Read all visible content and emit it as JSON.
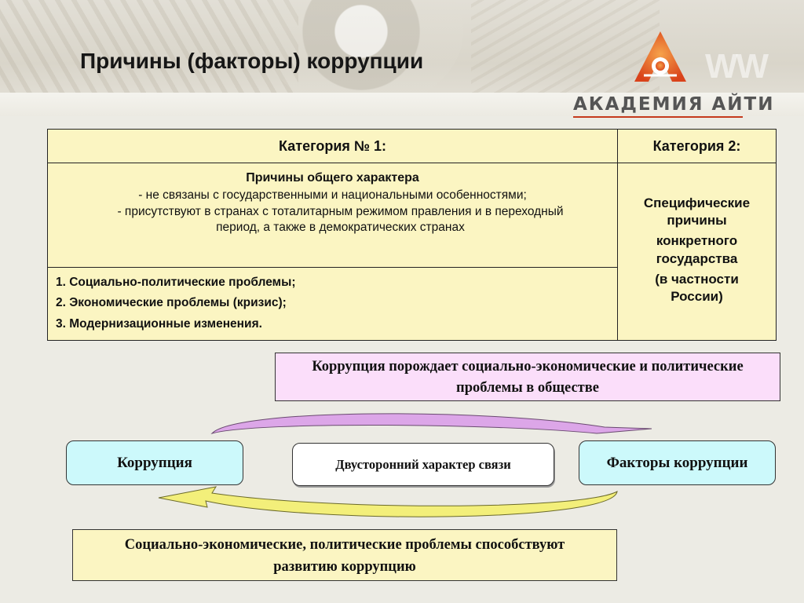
{
  "slide": {
    "title": "Причины (факторы) коррупции",
    "logo_text": "АКАДЕМИЯ АЙТИ",
    "logo_letters": "WW",
    "logo_icon": "academy-a-logo-icon"
  },
  "table": {
    "category1_header": "Категория № 1:",
    "category2_header": "Категория 2:",
    "general": {
      "title": "Причины общего характера",
      "points": [
        "- не связаны с государственными и национальными особенностями;",
        "- присутствуют  в странах с тоталитарным режимом правления и в переходный период, а также в демократических странах"
      ]
    },
    "list": [
      "1. Социально-политические проблемы;",
      "2. Экономические проблемы (кризис);",
      "3. Модернизационные изменения."
    ],
    "specific": {
      "line1": "Специфические причины",
      "line2": "конкретного государства",
      "line3": "(в частности России)"
    }
  },
  "diagram": {
    "top_box": "Коррупция порождает социально-экономические и политические проблемы в обществе",
    "left_box": "Коррупция",
    "middle_box": "Двусторонний характер связи",
    "right_box": "Факторы коррупции",
    "bottom_box": "Социально-экономические, политические проблемы способствуют развитию коррупцию"
  },
  "colors": {
    "table_fill": "#fbf5c2",
    "top_box_fill": "#fbdefa",
    "side_box_fill": "#ccf9fb",
    "upper_arrow": "#dca6e8",
    "lower_arrow": "#f3ef7a",
    "logo_orange": "#e0551e"
  }
}
